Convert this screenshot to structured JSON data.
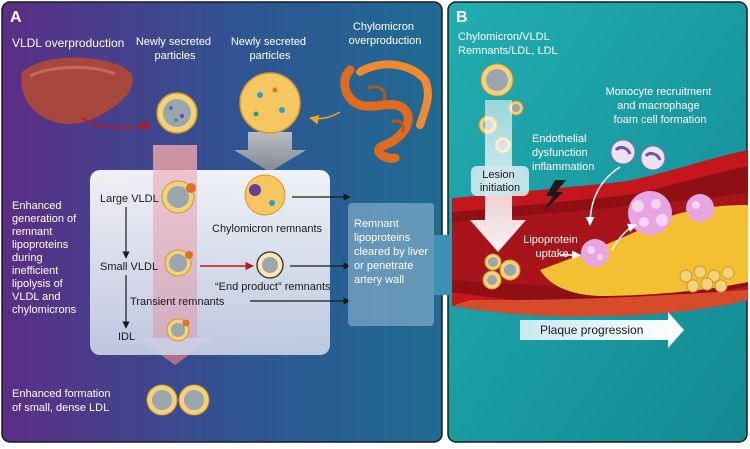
{
  "panel_a": {
    "letter": "A",
    "vldl_overproduction": "VLDL overproduction",
    "newly_secreted_1": [
      "Newly secreted",
      "particles"
    ],
    "newly_secreted_2": [
      "Newly secreted",
      "particles"
    ],
    "chylomicron_overproduction": [
      "Chylomicron",
      "overproduction"
    ],
    "enhanced_generation": [
      "Enhanced",
      "generation of",
      "remnant",
      "lipoproteins",
      "during",
      "inefficient",
      "lipolysis of",
      "VLDL and",
      "chylomicrons"
    ],
    "large_vldl": "Large VLDL",
    "small_vldl": "Small VLDL",
    "transient_remnants": "Transient remnants",
    "idl": "IDL",
    "chylomicron_remnants": "Chylomicron remnants",
    "end_product_remnants": "“End product” remnants",
    "remnant_cleared": [
      "Remnant",
      "lipoproteins",
      "cleared by liver",
      "or penetrate",
      "artery wall"
    ],
    "enhanced_formation": [
      "Enhanced formation",
      "of small, dense LDL"
    ]
  },
  "panel_b": {
    "letter": "B",
    "title": [
      "Chylomicron/VLDL",
      "Remnants/LDL, LDL"
    ],
    "endothelial": [
      "Endothelial",
      "dysfunction",
      "inflammation"
    ],
    "monocyte": [
      "Monocyte recruitment",
      "and macrophage",
      "foam cell formation"
    ],
    "lesion_initiation": [
      "Lesion",
      "initiation"
    ],
    "lipoprotein_uptake": [
      "Lipoprotein",
      "uptake"
    ],
    "plaque_progression": "Plaque progression"
  },
  "colors": {
    "panel_a_left": "#5b2d86",
    "panel_a_right": "#1f6b92",
    "panel_b": "#1aa3a8",
    "vessel": "#c4161c",
    "plaque": "#f2c032"
  }
}
